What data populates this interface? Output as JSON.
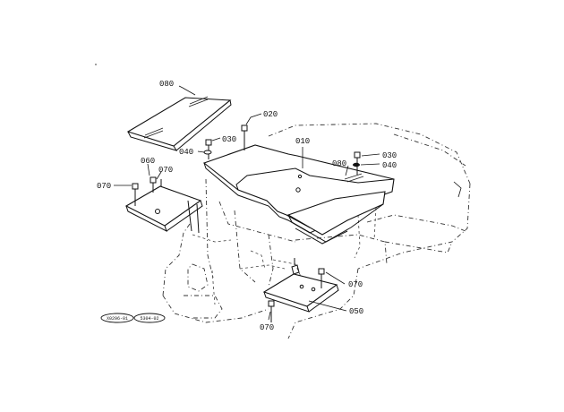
{
  "diagram": {
    "part_labels": {
      "p080_top": "080",
      "p020": "020",
      "p030_left": "030",
      "p040_left": "040",
      "p010": "010",
      "p080_right": "080",
      "p030_right": "030",
      "p040_right": "040",
      "p060": "060",
      "p070_left_a": "070",
      "p070_left_b": "070",
      "p070_bottom_right": "070",
      "p050": "050",
      "p070_bottom": "070"
    },
    "reference_codes": {
      "left": "X0296-01",
      "right": "5304-02"
    }
  }
}
